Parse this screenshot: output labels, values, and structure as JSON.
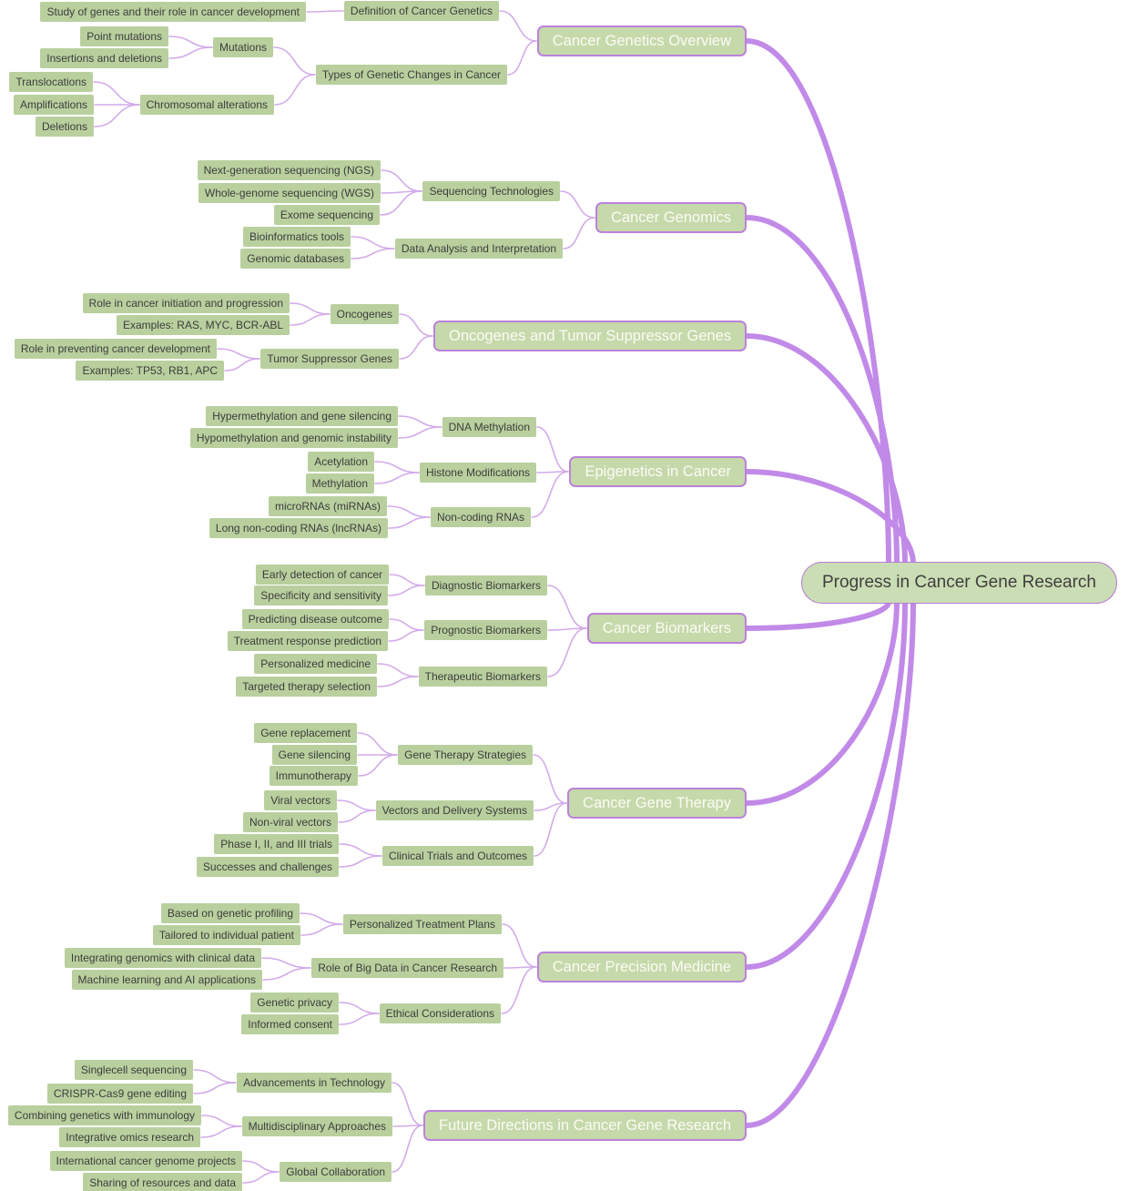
{
  "colors": {
    "leaf_bg": "#b9d09e",
    "leaf_text": "#3d3d3d",
    "branch_bg": "#c6d9aa",
    "branch_border": "#bb82dc",
    "branch_text": "#fbfbf6",
    "root_bg": "#cbddb4",
    "root_border": "#b57cd6",
    "root_text": "#404040",
    "edge_thin": "#d2abe9",
    "edge_thick": "#c18ae8"
  },
  "root": {
    "label": "Progress in Cancer Gene Research"
  },
  "branches": [
    {
      "label": "Cancer Genetics Overview",
      "children": [
        {
          "label": "Definition of Cancer Genetics",
          "children": [
            {
              "label": "Study of genes and their role in cancer development"
            }
          ]
        },
        {
          "label": "Types of Genetic Changes in Cancer",
          "children": [
            {
              "label": "Mutations",
              "children": [
                {
                  "label": "Point mutations"
                },
                {
                  "label": "Insertions and deletions"
                }
              ]
            },
            {
              "label": "Chromosomal alterations",
              "children": [
                {
                  "label": "Translocations"
                },
                {
                  "label": "Amplifications"
                },
                {
                  "label": "Deletions"
                }
              ]
            }
          ]
        }
      ]
    },
    {
      "label": "Cancer Genomics",
      "children": [
        {
          "label": "Sequencing Technologies",
          "children": [
            {
              "label": "Next-generation sequencing (NGS)"
            },
            {
              "label": "Whole-genome sequencing (WGS)"
            },
            {
              "label": "Exome sequencing"
            }
          ]
        },
        {
          "label": "Data Analysis and Interpretation",
          "children": [
            {
              "label": "Bioinformatics tools"
            },
            {
              "label": "Genomic databases"
            }
          ]
        }
      ]
    },
    {
      "label": "Oncogenes and Tumor Suppressor Genes",
      "children": [
        {
          "label": "Oncogenes",
          "children": [
            {
              "label": "Role in cancer initiation and progression"
            },
            {
              "label": "Examples: RAS, MYC, BCR-ABL"
            }
          ]
        },
        {
          "label": "Tumor Suppressor Genes",
          "children": [
            {
              "label": "Role in preventing cancer development"
            },
            {
              "label": "Examples: TP53, RB1, APC"
            }
          ]
        }
      ]
    },
    {
      "label": "Epigenetics in Cancer",
      "children": [
        {
          "label": "DNA Methylation",
          "children": [
            {
              "label": "Hypermethylation and gene silencing"
            },
            {
              "label": "Hypomethylation and genomic instability"
            }
          ]
        },
        {
          "label": "Histone Modifications",
          "children": [
            {
              "label": "Acetylation"
            },
            {
              "label": "Methylation"
            }
          ]
        },
        {
          "label": "Non-coding RNAs",
          "children": [
            {
              "label": "microRNAs (miRNAs)"
            },
            {
              "label": "Long non-coding RNAs (lncRNAs)"
            }
          ]
        }
      ]
    },
    {
      "label": "Cancer Biomarkers",
      "children": [
        {
          "label": "Diagnostic Biomarkers",
          "children": [
            {
              "label": "Early detection of cancer"
            },
            {
              "label": "Specificity and sensitivity"
            }
          ]
        },
        {
          "label": "Prognostic Biomarkers",
          "children": [
            {
              "label": "Predicting disease outcome"
            },
            {
              "label": "Treatment response prediction"
            }
          ]
        },
        {
          "label": "Therapeutic Biomarkers",
          "children": [
            {
              "label": "Personalized medicine"
            },
            {
              "label": "Targeted therapy selection"
            }
          ]
        }
      ]
    },
    {
      "label": "Cancer Gene Therapy",
      "children": [
        {
          "label": "Gene Therapy Strategies",
          "children": [
            {
              "label": "Gene replacement"
            },
            {
              "label": "Gene silencing"
            },
            {
              "label": "Immunotherapy"
            }
          ]
        },
        {
          "label": "Vectors and Delivery Systems",
          "children": [
            {
              "label": "Viral vectors"
            },
            {
              "label": "Non-viral vectors"
            }
          ]
        },
        {
          "label": "Clinical Trials and Outcomes",
          "children": [
            {
              "label": "Phase I, II, and III trials"
            },
            {
              "label": "Successes and challenges"
            }
          ]
        }
      ]
    },
    {
      "label": "Cancer Precision Medicine",
      "children": [
        {
          "label": "Personalized Treatment Plans",
          "children": [
            {
              "label": "Based on genetic profiling"
            },
            {
              "label": "Tailored to individual patient"
            }
          ]
        },
        {
          "label": "Role of Big Data in Cancer Research",
          "children": [
            {
              "label": "Integrating genomics with clinical data"
            },
            {
              "label": "Machine learning and AI applications"
            }
          ]
        },
        {
          "label": "Ethical Considerations",
          "children": [
            {
              "label": "Genetic privacy"
            },
            {
              "label": "Informed consent"
            }
          ]
        }
      ]
    },
    {
      "label": "Future Directions in Cancer Gene Research",
      "children": [
        {
          "label": "Advancements in Technology",
          "children": [
            {
              "label": "Singlecell sequencing"
            },
            {
              "label": "CRISPR-Cas9 gene editing"
            }
          ]
        },
        {
          "label": "Multidisciplinary Approaches",
          "children": [
            {
              "label": "Combining genetics with immunology"
            },
            {
              "label": "Integrative omics research"
            }
          ]
        },
        {
          "label": "Global Collaboration",
          "children": [
            {
              "label": "International cancer genome projects"
            },
            {
              "label": "Sharing of resources and data"
            }
          ]
        }
      ]
    }
  ]
}
